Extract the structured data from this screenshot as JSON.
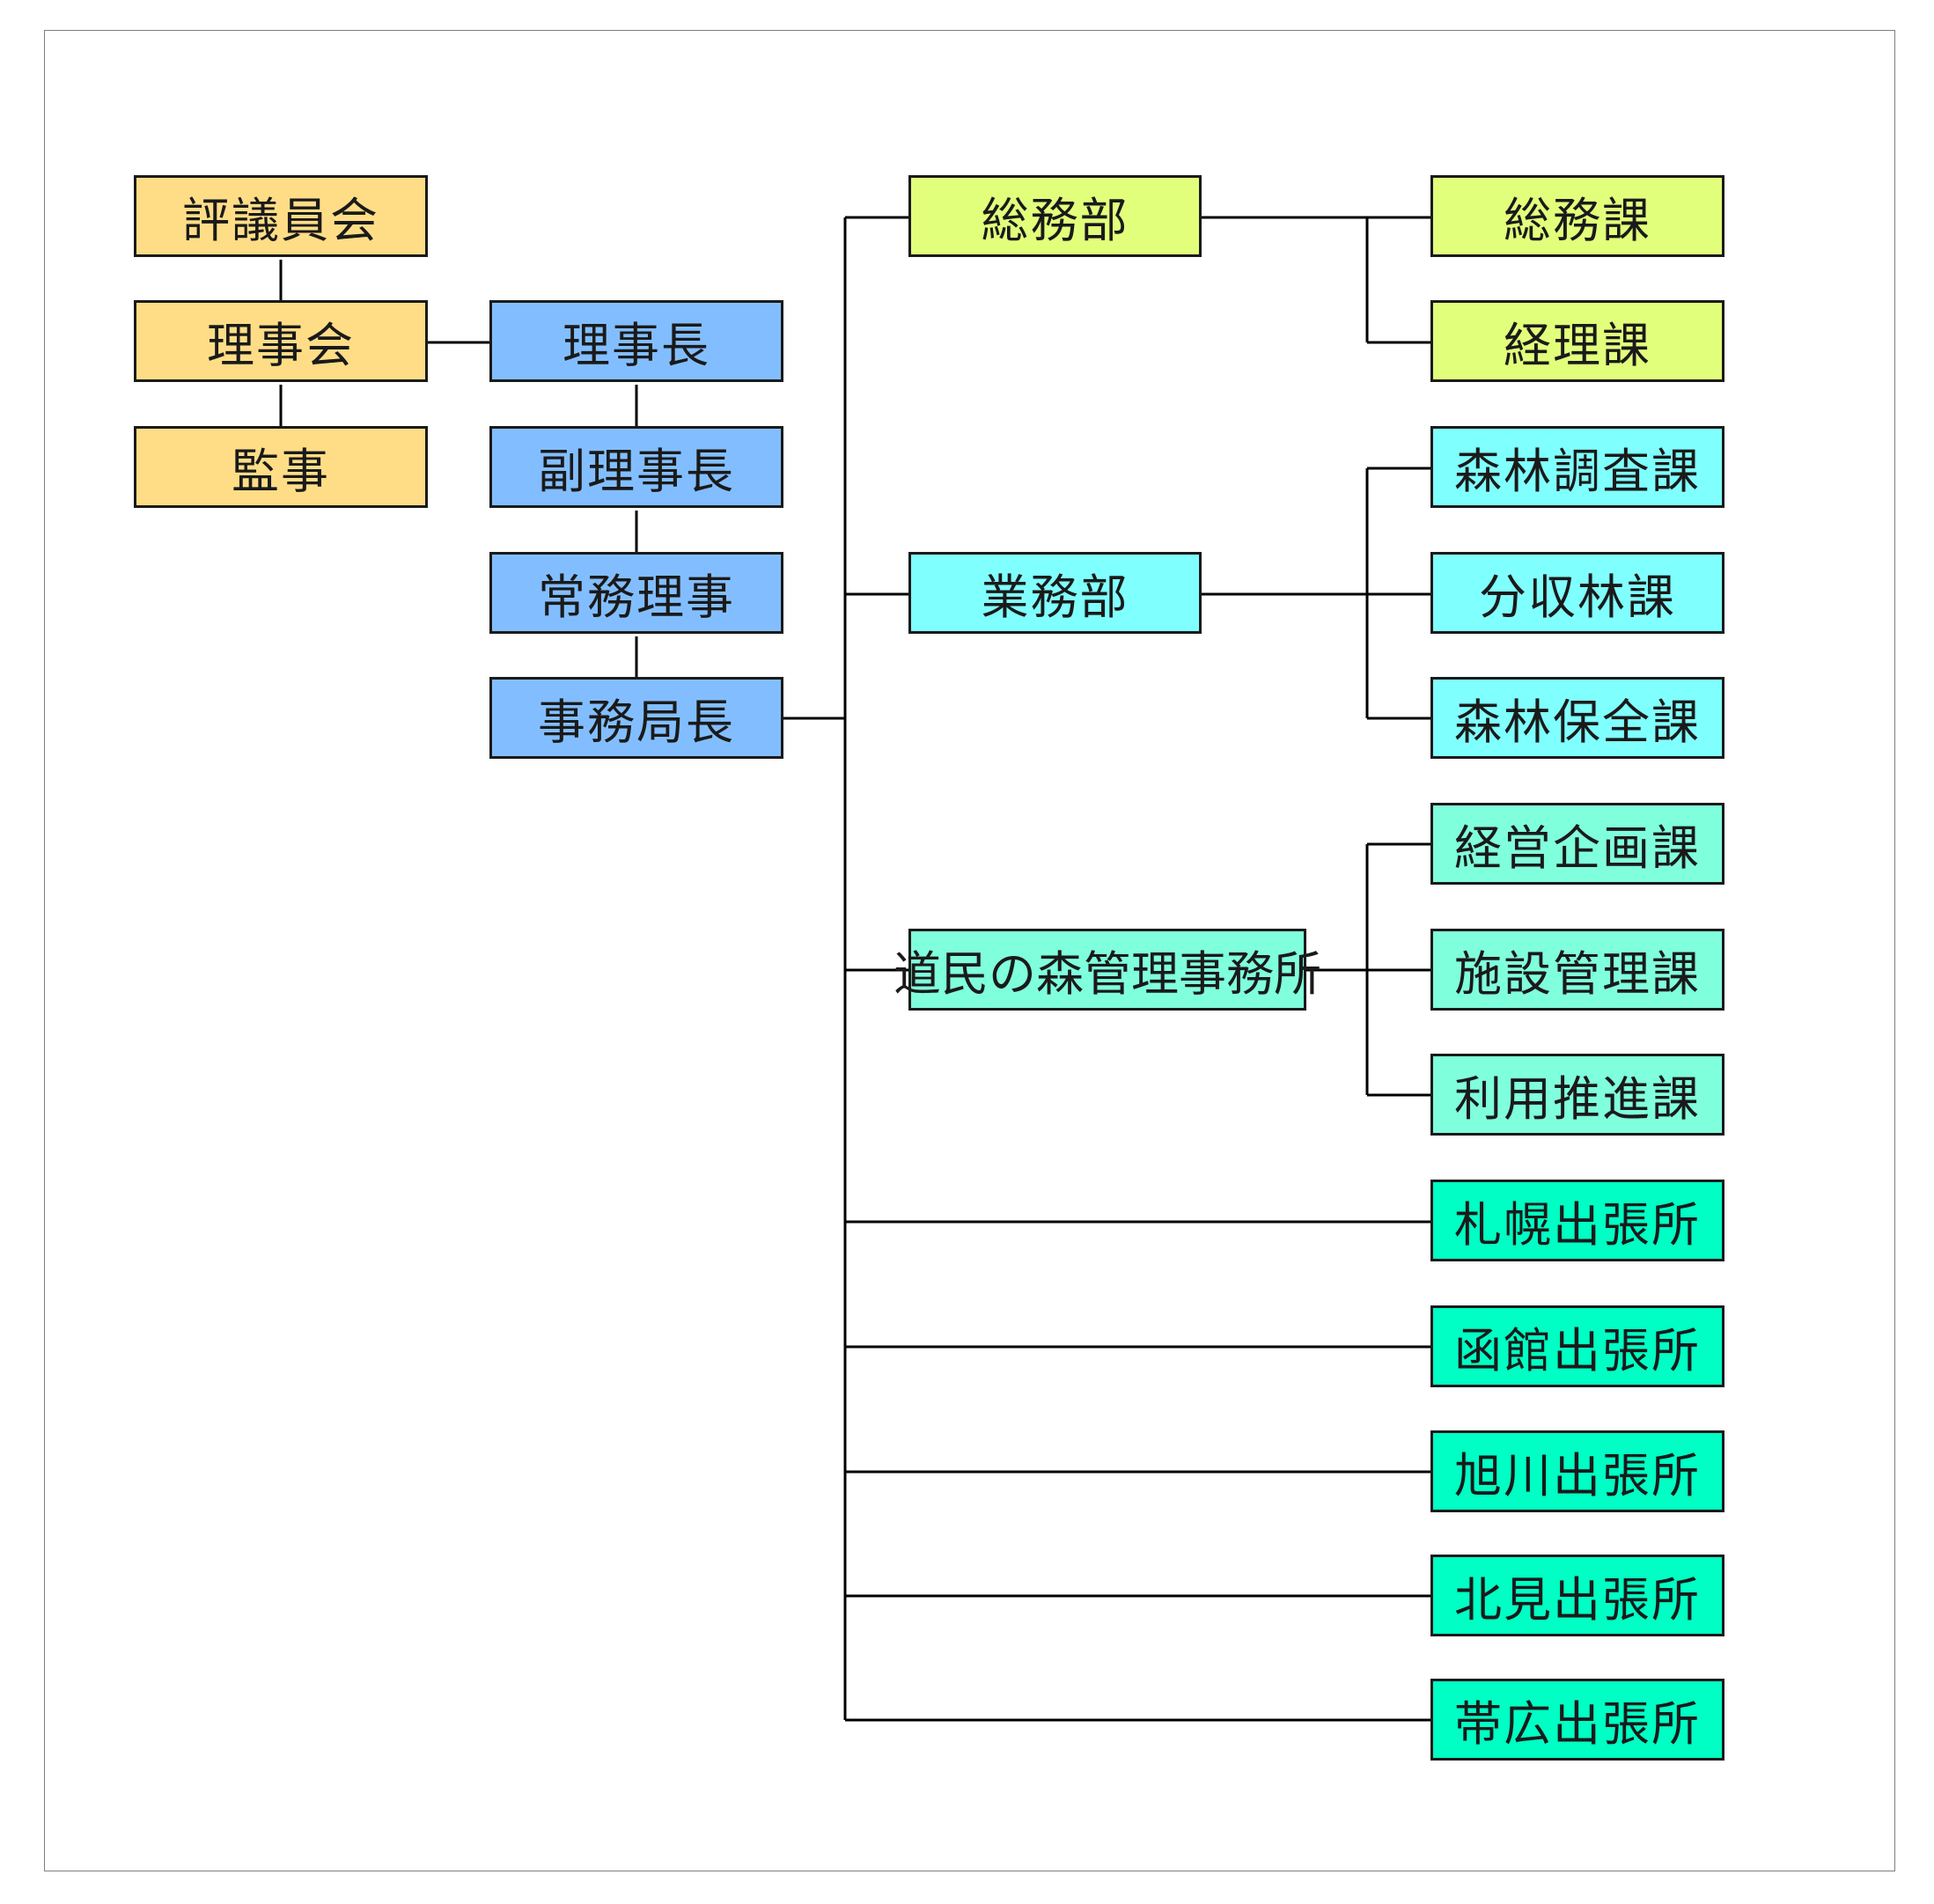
{
  "colors": {
    "governance": "#FFDD87",
    "executive": "#82BEFF",
    "general_affairs": "#E2FF7C",
    "operations": "#80FFFF",
    "forest_office": "#80FFDD",
    "branch_offices": "#00FFC4",
    "line": "#000000"
  },
  "governance": {
    "council": "評議員会",
    "board": "理事会",
    "auditor": "監事"
  },
  "executive": {
    "chairman": "理事長",
    "vice_chairman": "副理事長",
    "managing_director": "常務理事",
    "secretary_general": "事務局長"
  },
  "general_affairs_dept": {
    "name": "総務部",
    "sections": [
      "総務課",
      "経理課"
    ]
  },
  "operations_dept": {
    "name": "業務部",
    "sections": [
      "森林調査課",
      "分収林課",
      "森林保全課"
    ]
  },
  "forest_office": {
    "name": "道民の森管理事務所",
    "sections": [
      "経営企画課",
      "施設管理課",
      "利用推進課"
    ]
  },
  "branch_offices": [
    "札幌出張所",
    "函館出張所",
    "旭川出張所",
    "北見出張所",
    "帯広出張所"
  ]
}
